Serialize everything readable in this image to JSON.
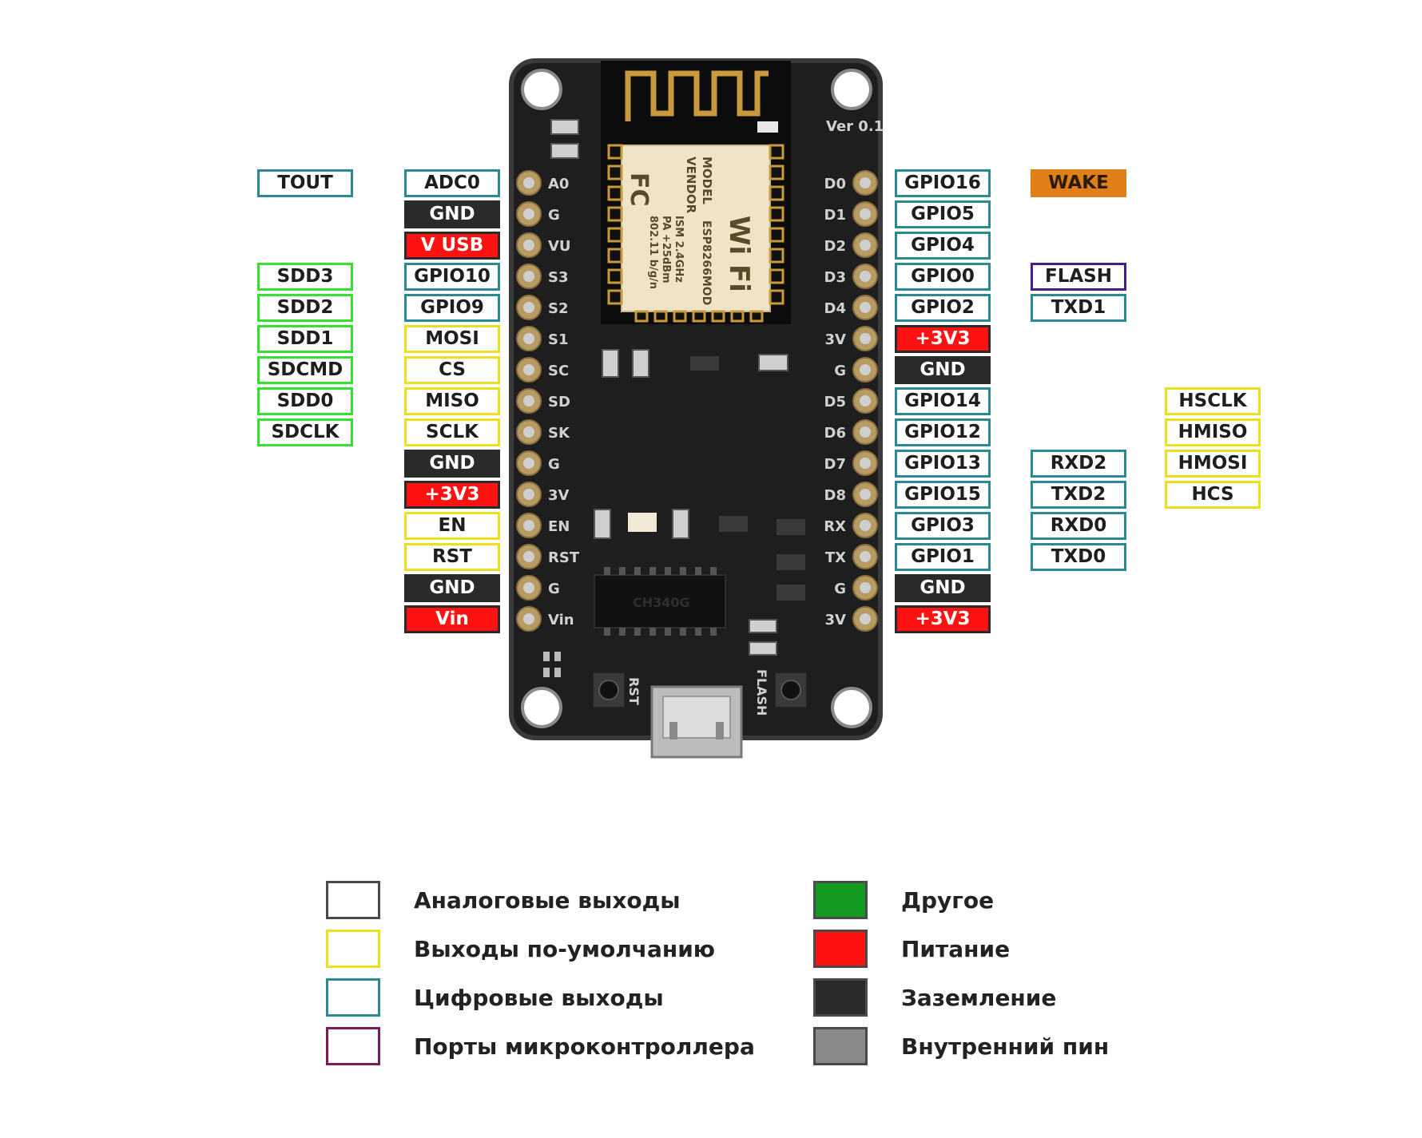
{
  "board": {
    "version": "Ver 0.1",
    "module": {
      "model_label": "MODEL",
      "model_value": "ESP8266MOD",
      "vendor_label": "VENDOR",
      "ism": "ISM 2.4GHz",
      "pa": "PA +25dBm",
      "standard": "802.11 b/g/n",
      "wifi_text": "Wi Fi",
      "fc_text": "FC"
    },
    "chip_label": "CH340G",
    "rst_button": "RST",
    "flash_button": "FLASH",
    "left_pins": [
      "A0",
      "G",
      "VU",
      "S3",
      "S2",
      "S1",
      "SC",
      "SD",
      "SK",
      "G",
      "3V",
      "EN",
      "RST",
      "G",
      "Vin"
    ],
    "right_pins": [
      "D0",
      "D1",
      "D2",
      "D3",
      "D4",
      "3V",
      "G",
      "D5",
      "D6",
      "D7",
      "D8",
      "RX",
      "TX",
      "G",
      "3V"
    ]
  },
  "labels": {
    "far_left": [
      {
        "text": "TOUT",
        "row": 0,
        "color": "teal"
      },
      {
        "text": "SDD3",
        "row": 3,
        "color": "green"
      },
      {
        "text": "SDD2",
        "row": 4,
        "color": "green"
      },
      {
        "text": "SDD1",
        "row": 5,
        "color": "green"
      },
      {
        "text": "SDCMD",
        "row": 6,
        "color": "green"
      },
      {
        "text": "SDD0",
        "row": 7,
        "color": "green"
      },
      {
        "text": "SDCLK",
        "row": 8,
        "color": "green"
      }
    ],
    "left": [
      {
        "text": "ADC0",
        "color": "teal"
      },
      {
        "text": "GND",
        "color": "black"
      },
      {
        "text": "V USB",
        "color": "red"
      },
      {
        "text": "GPIO10",
        "color": "teal"
      },
      {
        "text": "GPIO9",
        "color": "teal"
      },
      {
        "text": "MOSI",
        "color": "yellow"
      },
      {
        "text": "CS",
        "color": "yellow"
      },
      {
        "text": "MISO",
        "color": "yellow"
      },
      {
        "text": "SCLK",
        "color": "yellow"
      },
      {
        "text": "GND",
        "color": "black"
      },
      {
        "text": "+3V3",
        "color": "red"
      },
      {
        "text": "EN",
        "color": "yellow"
      },
      {
        "text": "RST",
        "color": "yellow"
      },
      {
        "text": "GND",
        "color": "black"
      },
      {
        "text": "Vin",
        "color": "red"
      }
    ],
    "right": [
      {
        "text": "GPIO16",
        "color": "teal"
      },
      {
        "text": "GPIO5",
        "color": "teal"
      },
      {
        "text": "GPIO4",
        "color": "teal"
      },
      {
        "text": "GPIO0",
        "color": "teal"
      },
      {
        "text": "GPIO2",
        "color": "teal"
      },
      {
        "text": "+3V3",
        "color": "red"
      },
      {
        "text": "GND",
        "color": "black"
      },
      {
        "text": "GPIO14",
        "color": "teal"
      },
      {
        "text": "GPIO12",
        "color": "teal"
      },
      {
        "text": "GPIO13",
        "color": "teal"
      },
      {
        "text": "GPIO15",
        "color": "teal"
      },
      {
        "text": "GPIO3",
        "color": "teal"
      },
      {
        "text": "GPIO1",
        "color": "teal"
      },
      {
        "text": "GND",
        "color": "black"
      },
      {
        "text": "+3V3",
        "color": "red"
      }
    ],
    "right2": [
      {
        "text": "WAKE",
        "row": 0,
        "color": "orange"
      },
      {
        "text": "FLASH",
        "row": 3,
        "color": "purple"
      },
      {
        "text": "TXD1",
        "row": 4,
        "color": "teal"
      },
      {
        "text": "RXD2",
        "row": 9,
        "color": "teal"
      },
      {
        "text": "TXD2",
        "row": 10,
        "color": "teal"
      },
      {
        "text": "RXD0",
        "row": 11,
        "color": "teal"
      },
      {
        "text": "TXD0",
        "row": 12,
        "color": "teal"
      }
    ],
    "far_right": [
      {
        "text": "HSCLK",
        "row": 7,
        "color": "yellow"
      },
      {
        "text": "HMISO",
        "row": 8,
        "color": "yellow"
      },
      {
        "text": "HMOSI",
        "row": 9,
        "color": "yellow"
      },
      {
        "text": "HCS",
        "row": 10,
        "color": "yellow"
      }
    ]
  },
  "legend": [
    {
      "text": "Аналоговые выходы",
      "fill": "#ffffff",
      "border": "#4a4a4a"
    },
    {
      "text": "Выходы по-умолчанию",
      "fill": "#ffffff",
      "border": "#ece01e"
    },
    {
      "text": "Цифровые выходы",
      "fill": "#ffffff",
      "border": "#2a8a94"
    },
    {
      "text": "Порты микроконтроллера",
      "fill": "#ffffff",
      "border": "#7a1a5a"
    },
    {
      "text": "Другое",
      "fill": "#139a20",
      "border": "#4a4a4a"
    },
    {
      "text": "Питание",
      "fill": "#ff1212",
      "border": "#4a4a4a"
    },
    {
      "text": "Заземление",
      "fill": "#2a2a2a",
      "border": "#4a4a4a"
    },
    {
      "text": "Внутренний пин",
      "fill": "#8a8a8a",
      "border": "#4a4a4a"
    }
  ],
  "colors": {
    "teal": "#2a8a94",
    "yellow": "#ece01e",
    "green": "#36e030",
    "purple": "#4a1a90",
    "black": "#2a2a2a",
    "red": "#ff1212",
    "orange": "#e07e18",
    "board": "#1e1e1e"
  }
}
